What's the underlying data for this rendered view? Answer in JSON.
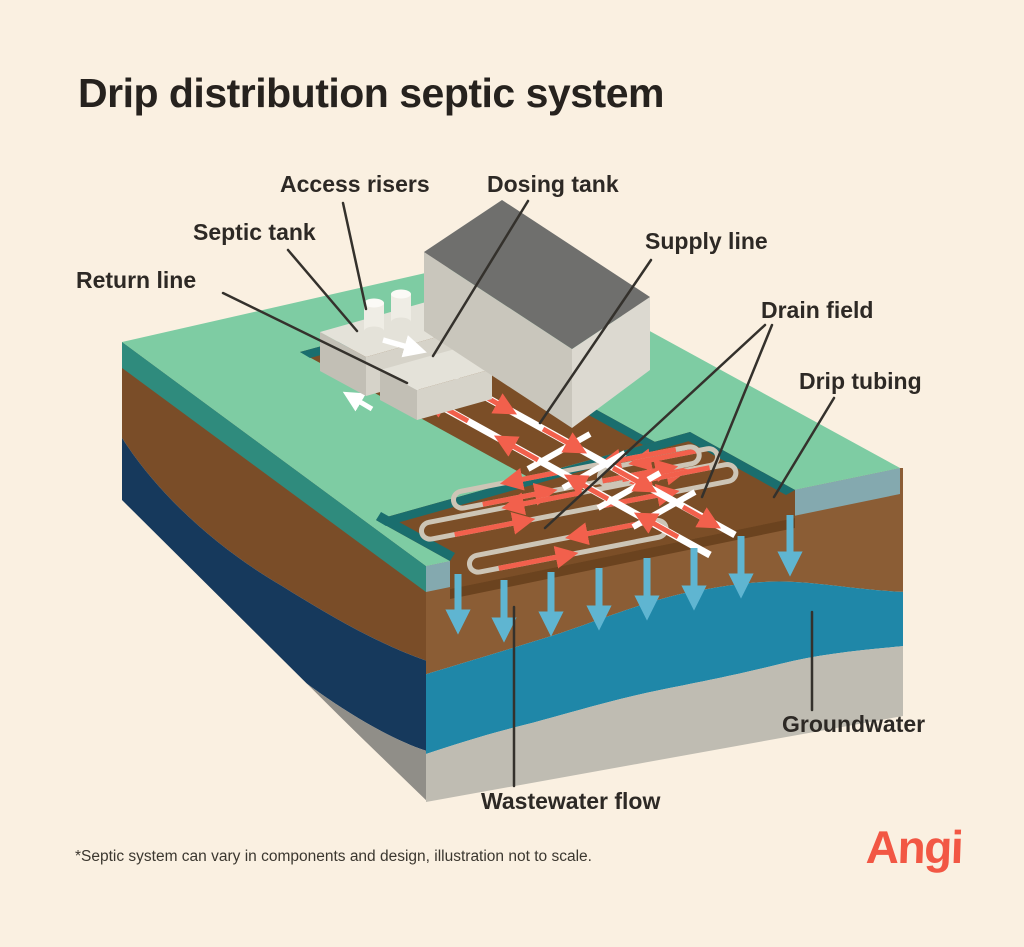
{
  "title": "Drip distribution septic system",
  "diagram": {
    "labels": {
      "access_risers": "Access risers",
      "dosing_tank": "Dosing tank",
      "septic_tank": "Septic tank",
      "return_line": "Return line",
      "supply_line": "Supply line",
      "drain_field": "Drain field",
      "drip_tubing": "Drip tubing",
      "groundwater": "Groundwater",
      "wastewater_flow": "Wastewater flow"
    },
    "icon_names": {
      "flow_arrow_red": "flow-direction-arrow",
      "flow_arrow_blue": "percolation-arrow",
      "flow_arrow_white": "tank-flow-arrow"
    },
    "colors": {
      "background": "#FAF0E1",
      "grass_top": "#7ECCA3",
      "grass_bevel_left": "#2F8B7D",
      "grass_bevel_right": "#84A9AF",
      "excavation_wall": "#1A6E6E",
      "trench_soil": "#7B4E27",
      "soil_front": "#8B5D35",
      "soil_left": "#7A4D28",
      "groundwater_front": "#1F87A8",
      "groundwater_left": "#16395C",
      "bedrock_front": "#BFBCB2",
      "bedrock_left": "#908E88",
      "house_roof": "#6F6F6D",
      "house_wall": "#C9C6BC",
      "house_gable": "#DCD9D0",
      "tank_top": "#E4E2D9",
      "pipe": "#FFFFFF",
      "flow_arrow": "#F2604C",
      "drip_tube": "#CDC5B6",
      "percolation_arrow": "#5FB5D1",
      "text": "#2D2925",
      "brand": "#F25744"
    }
  },
  "footnote": "*Septic system can vary in components and design, illustration not to scale.",
  "logo_text": "Angi"
}
